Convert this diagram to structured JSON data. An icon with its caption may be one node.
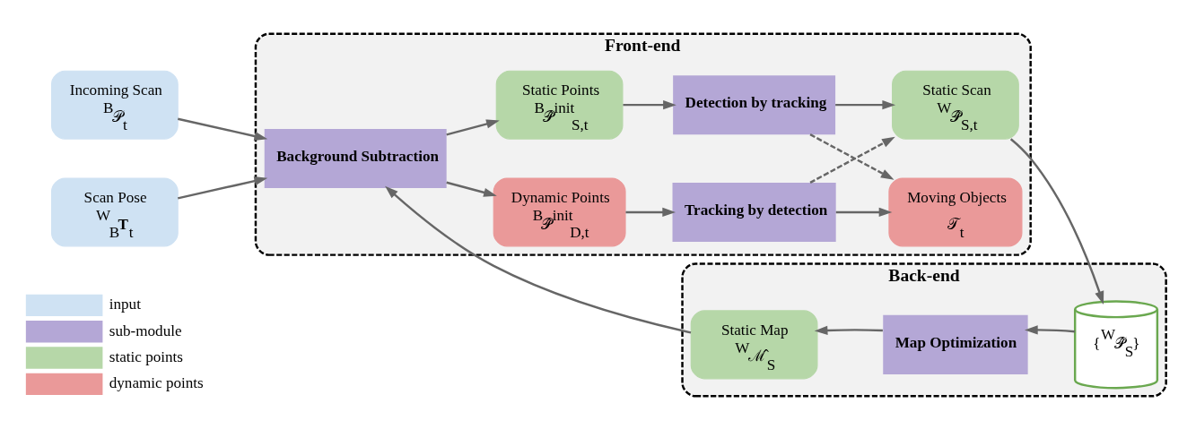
{
  "diagram": {
    "nodes": [
      {
        "text": [
          "Front-end"
        ]
      },
      {
        "text": [
          "Back-end"
        ]
      },
      {
        "text": [
          "Incoming Scan",
          "$^{B}$𝒫$_{t}$"
        ]
      },
      {
        "text": [
          "Scan Pose",
          "$^{W}$$_{B}$**T**$_{t}$"
        ]
      },
      {
        "text": [
          "Background Subtraction"
        ],
        "in": 0
      },
      {
        "text": [
          "Dynamic Points",
          "$^{B}$𝒫̂$^{init}$$_{D,t}$"
        ],
        "in": 0
      },
      {
        "text": [
          "Static Points",
          "$^{B}$𝒫̂$^{init}$$_{S,t}$"
        ],
        "in": 0
      },
      {
        "text": [
          "Tracking by detection"
        ],
        "in": 0
      },
      {
        "text": [
          "Detection by tracking"
        ],
        "in": 0
      },
      {
        "text": [
          "Moving Objects",
          "𝒯$_{t}$"
        ],
        "in": 0
      },
      {
        "text": [
          "Static Scan",
          "$^{W}$𝒫̂$_{S,t}$"
        ],
        "in": 0
      },
      {
        "text": [
          "{$^{W}$𝒫̂$_{S}$}"
        ],
        "in": 1
      },
      {
        "text": [
          "Map Optimization"
        ],
        "in": 1
      },
      {
        "text": [
          "Static Map",
          "$^{W}$ℳ̂$_{S}$"
        ],
        "in": 1
      }
    ],
    "edges": [
      {
        "from": 2,
        "to": 4,
        "arrow": "to"
      },
      {
        "from": 3,
        "to": 4,
        "arrow": "to"
      },
      {
        "from": 4,
        "to": 5,
        "arrow": "to"
      },
      {
        "from": 4,
        "to": 6,
        "arrow": "to"
      },
      {
        "from": 5,
        "to": 7,
        "arrow": "to"
      },
      {
        "from": 6,
        "to": 8,
        "arrow": "to"
      },
      {
        "from": 7,
        "to": 9,
        "arrow": "to"
      },
      {
        "from": 7,
        "to": 10,
        "arrow": "to",
        "style": "dashed"
      },
      {
        "from": 8,
        "to": 9,
        "arrow": "to",
        "style": "dashed"
      },
      {
        "from": 8,
        "to": 10,
        "arrow": "to"
      },
      {
        "from": 10,
        "to": 11,
        "arrow": "to"
      },
      {
        "from": 11,
        "to": 12,
        "arrow": "to"
      },
      {
        "from": 12,
        "to": 13,
        "arrow": "to"
      },
      {
        "from": 13,
        "to": 4,
        "arrow": "to"
      }
    ],
    "legend": [
      {
        "text": "input",
        "color": "#cfe2f3"
      },
      {
        "text": "sub-module",
        "color": "#b4a7d6"
      },
      {
        "text": "static points",
        "color": "#b6d7a8"
      },
      {
        "text": "dynamic points",
        "color": "#ea9999"
      }
    ]
  }
}
